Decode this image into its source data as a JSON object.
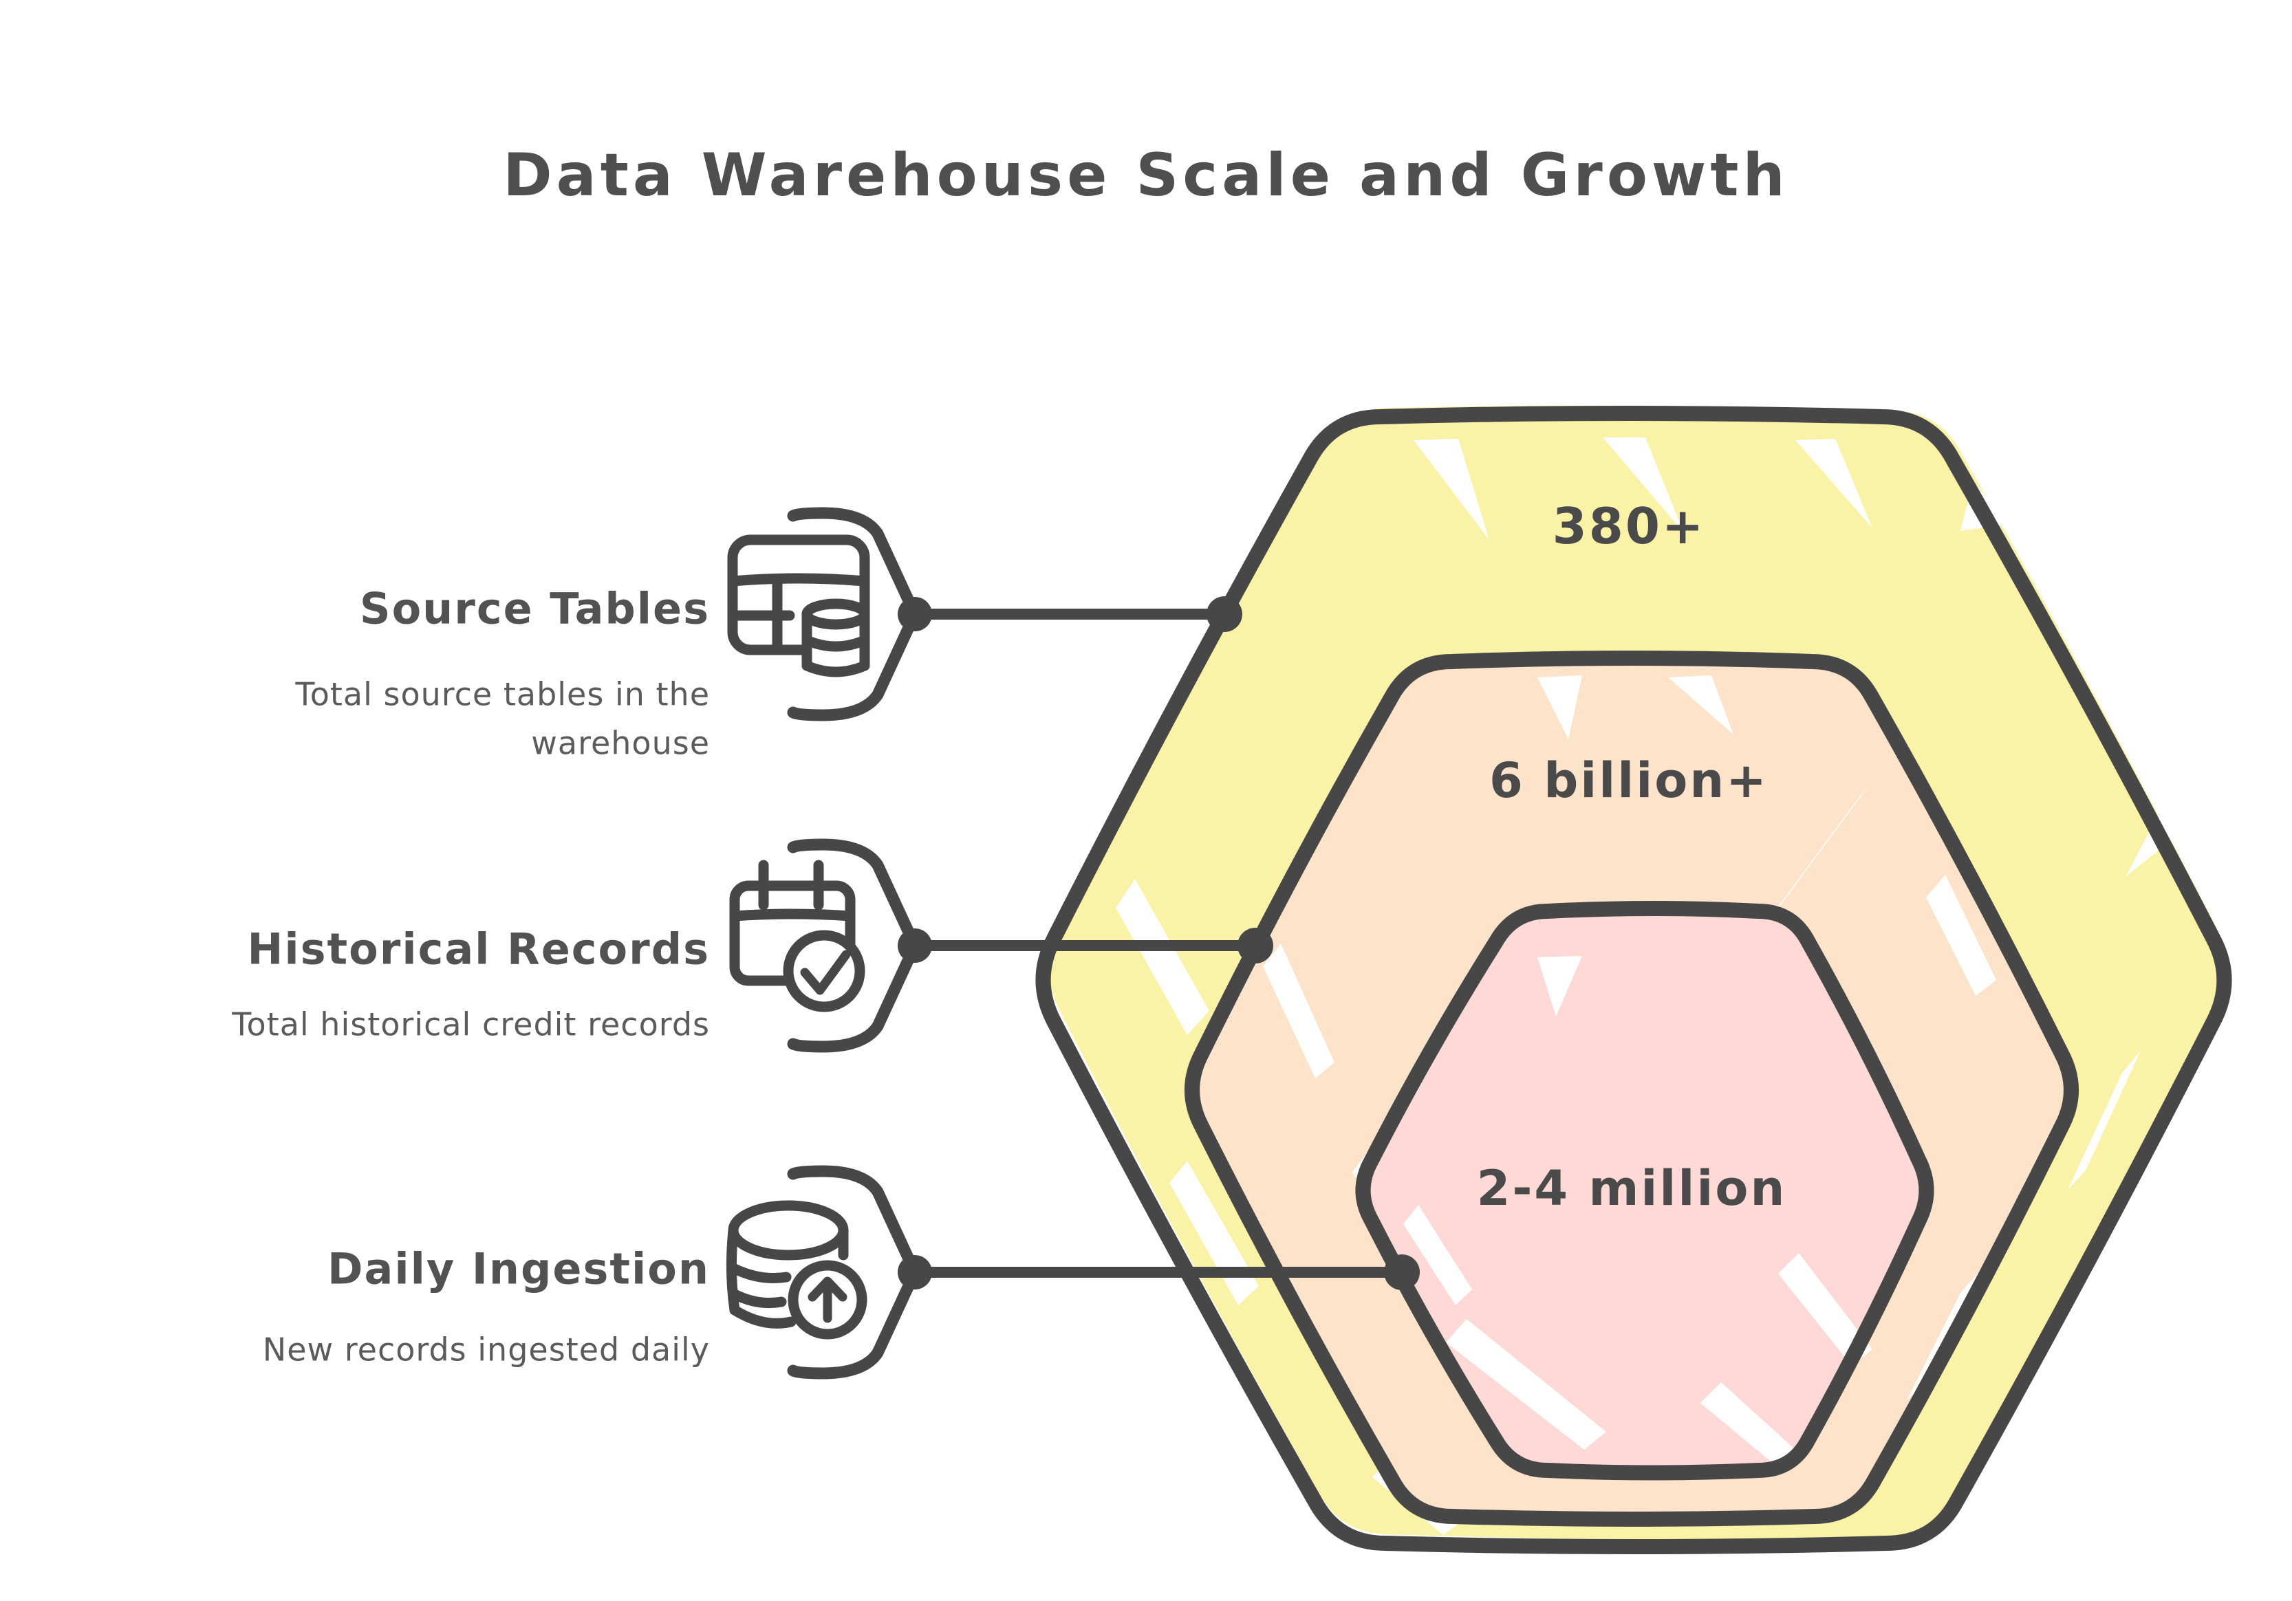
{
  "title": "Data Warehouse Scale and Growth",
  "hexagons": [
    {
      "name": "source-tables-count",
      "value": "380+",
      "fill": "#FAF2A6"
    },
    {
      "name": "historical-records",
      "value": "6 billion+",
      "fill": "#FEE3CB"
    },
    {
      "name": "daily-ingestion-range",
      "value": "2-4 million",
      "fill": "#FFD9D6"
    }
  ],
  "items": [
    {
      "title": "Source Tables",
      "description": "Total source tables in the warehouse",
      "icon": "table-database-icon"
    },
    {
      "title": "Historical Records",
      "description": "Total historical credit records",
      "icon": "calendar-check-icon"
    },
    {
      "title": "Daily Ingestion",
      "description": "New records ingested daily",
      "icon": "database-upload-icon"
    }
  ],
  "colors": {
    "outline": "#474747",
    "title_text": "#4f4f4f",
    "value_text": "#4a4a4a",
    "label_text": "#525252",
    "description_text": "#5b5b5b",
    "hex_yellow": "#FAF2A6",
    "hex_peach": "#FEE3CB",
    "hex_pink": "#FFD9D6"
  }
}
